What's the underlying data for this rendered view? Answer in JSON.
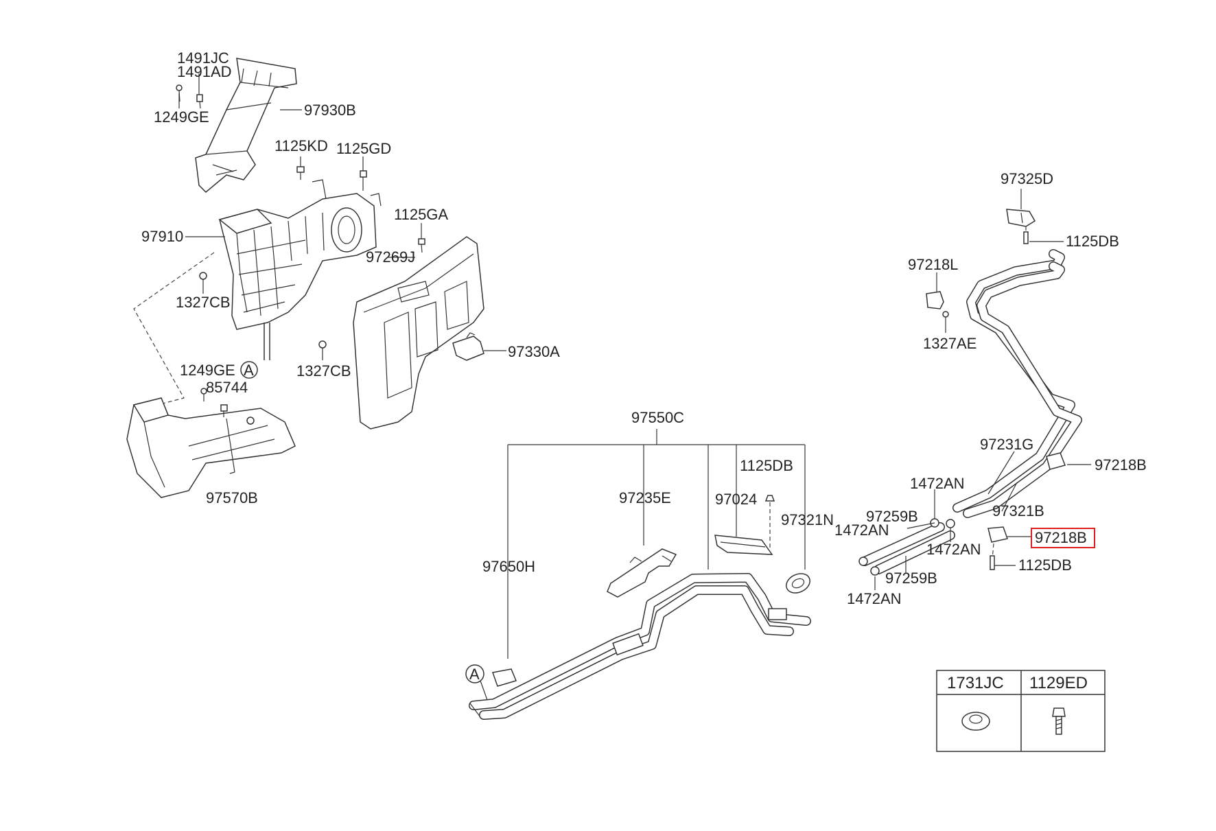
{
  "diagram": {
    "labels": {
      "p_1491JC": "1491JC",
      "p_1491AD": "1491AD",
      "p_1249GE_top": "1249GE",
      "p_97930B": "97930B",
      "p_1125KD": "1125KD",
      "p_1125GD": "1125GD",
      "p_1125GA": "1125GA",
      "p_97910": "97910",
      "p_97269J": "97269J",
      "p_1327CB_a": "1327CB",
      "p_1327CB_b": "1327CB",
      "p_97330A": "97330A",
      "p_1249GE_bot": "1249GE",
      "p_85744": "85744",
      "p_97570B": "97570B",
      "p_97325D": "97325D",
      "p_1125DB_top": "1125DB",
      "p_97218L": "97218L",
      "p_1327AE": "1327AE",
      "p_97550C": "97550C",
      "p_1125DB_mid": "1125DB",
      "p_97235E": "97235E",
      "p_97024": "97024",
      "p_97321N": "97321N",
      "p_97650H": "97650H",
      "p_97231G": "97231G",
      "p_97218B_top": "97218B",
      "p_1472AN_a": "1472AN",
      "p_97321B": "97321B",
      "p_97259B_a": "97259B",
      "p_1472AN_b": "1472AN",
      "p_1472AN_c": "1472AN",
      "p_97218B_sel": "97218B",
      "p_1125DB_bot": "1125DB",
      "p_97259B_b": "97259B",
      "p_1472AN_d": "1472AN"
    },
    "callouts": {
      "a_upper": "A",
      "a_lower": "A"
    },
    "selected_part": "97218B",
    "highlight_color": "#e02020",
    "fastener_table": {
      "col1": "1731JC",
      "col2": "1129ED"
    }
  }
}
